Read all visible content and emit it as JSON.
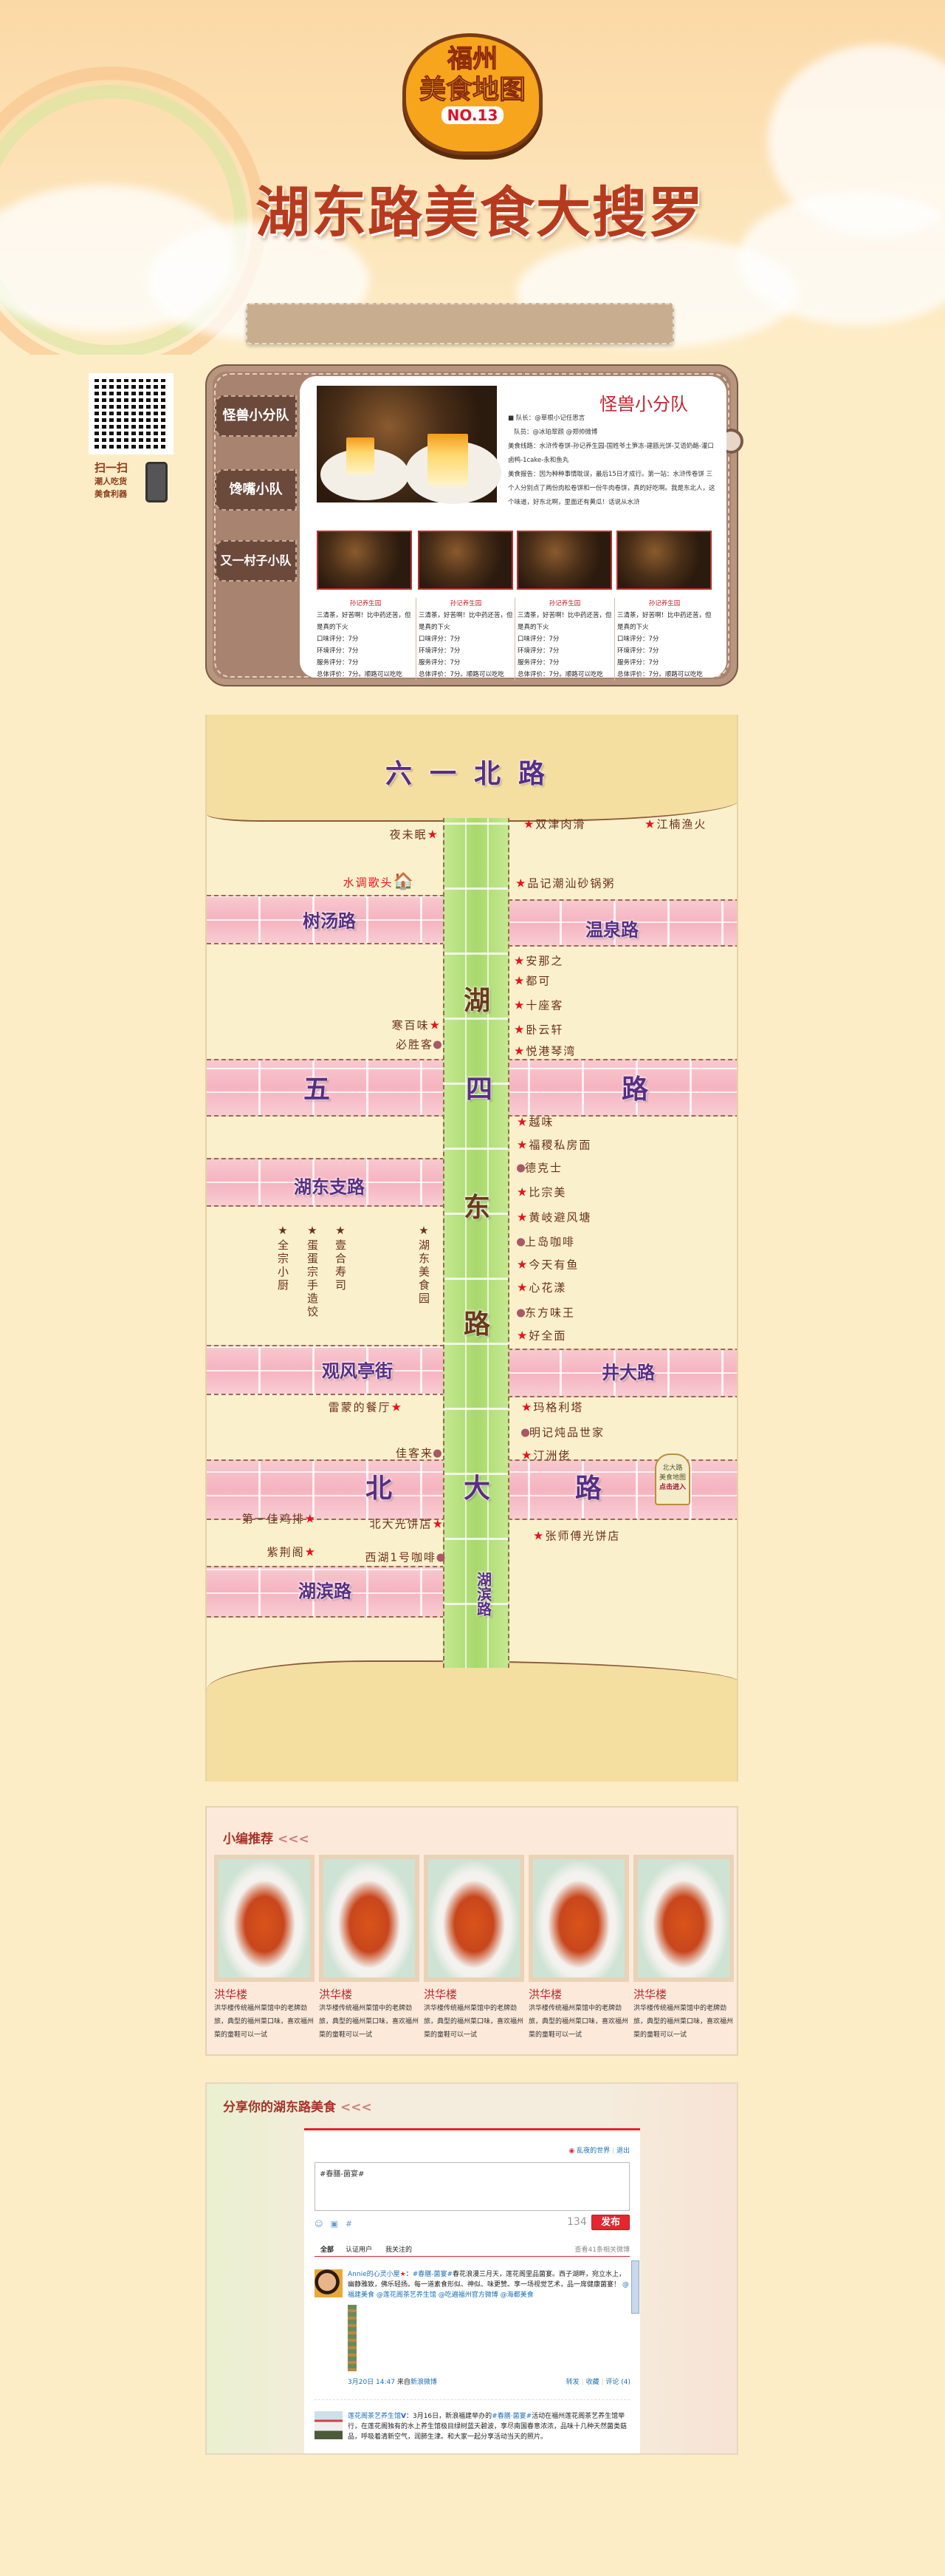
{
  "header": {
    "logo": {
      "line1": "福州",
      "line2": "美食地图",
      "issue": "NO.13"
    },
    "title": "湖东路美食大搜罗"
  },
  "qr": {
    "label": "扫一扫",
    "sub1": "潮人吃货",
    "sub2": "美食利器"
  },
  "teams": {
    "tabs": [
      "怪兽小分队",
      "馋嘴小队",
      "又一村子小队"
    ],
    "active": {
      "name": "怪兽小分队",
      "leader": "■ 队长：@草根小记任思言",
      "members": "队员：@冰珀翠颜 @郑帅微博",
      "route": "美食线路：水浒传卷饼-孙记养生园-国姓爷土笋冻-建瓯光饼-艾语奶酪-灌口卤鸭-1cake-永和鱼丸",
      "report": "美食报告：因为种种事情耽误，最后15日才成行。第一站：水浒传卷饼 三个人分别点了两份肉松卷饼和一份牛肉卷饼，真的好吃啊。我是东北人，这个味道，好东北啊，里面还有黄瓜！话说从水浒",
      "reviews": [
        {
          "name": "孙记养生园",
          "text": "三清茶，好苦啊！比中药还苦，但是真的下火",
          "taste": "口味评分：7分",
          "env": "环境评分：7分",
          "service": "服务评分：7分",
          "overall": "总体评价：7分。顺路可以吃吃"
        },
        {
          "name": "孙记养生园",
          "text": "三清茶，好苦啊！比中药还苦，但是真的下火",
          "taste": "口味评分：7分",
          "env": "环境评分：7分",
          "service": "服务评分：7分",
          "overall": "总体评价：7分。顺路可以吃吃"
        },
        {
          "name": "孙记养生园",
          "text": "三清茶，好苦啊！比中药还苦，但是真的下火",
          "taste": "口味评分：7分",
          "env": "环境评分：7分",
          "service": "服务评分：7分",
          "overall": "总体评价：7分。顺路可以吃吃"
        },
        {
          "name": "孙记养生园",
          "text": "三清茶，好苦啊！比中药还苦，但是真的下火",
          "taste": "口味评分：7分",
          "env": "环境评分：7分",
          "service": "服务评分：7分",
          "overall": "总体评价：7分。顺路可以吃吃"
        }
      ]
    }
  },
  "map": {
    "roads": [
      "六一北路",
      "树汤路",
      "温泉路",
      "湖",
      "五",
      "四",
      "路",
      "东",
      "湖东支路",
      "路",
      "观风亭街",
      "井大路",
      "北",
      "大",
      "路",
      "湖滨路",
      "湖滨路"
    ],
    "places": [
      {
        "name": "双津肉滑",
        "marker": "star"
      },
      {
        "name": "江楠渔火",
        "marker": "star"
      },
      {
        "name": "品记潮汕砂锅粥",
        "marker": "star"
      },
      {
        "name": "安那之",
        "marker": "star"
      },
      {
        "name": "都可",
        "marker": "star"
      },
      {
        "name": "十座客",
        "marker": "star"
      },
      {
        "name": "卧云轩",
        "marker": "star"
      },
      {
        "name": "悦港琴湾",
        "marker": "star"
      },
      {
        "name": "越味",
        "marker": "star"
      },
      {
        "name": "福稷私房面",
        "marker": "star"
      },
      {
        "name": "德克士",
        "marker": "dot"
      },
      {
        "name": "比宗美",
        "marker": "star"
      },
      {
        "name": "黄岐避风塘",
        "marker": "star"
      },
      {
        "name": "上岛咖啡",
        "marker": "dot"
      },
      {
        "name": "今天有鱼",
        "marker": "star"
      },
      {
        "name": "心花漾",
        "marker": "star"
      },
      {
        "name": "东方味王",
        "marker": "dot"
      },
      {
        "name": "好全面",
        "marker": "star"
      },
      {
        "name": "玛格利塔",
        "marker": "star"
      },
      {
        "name": "明记炖品世家",
        "marker": "dot"
      },
      {
        "name": "汀洲佬",
        "marker": "star"
      },
      {
        "name": "张师傅光饼店",
        "marker": "star"
      },
      {
        "name": "夜未眠",
        "marker": "star"
      },
      {
        "name": "水调歌头",
        "marker": "house"
      },
      {
        "name": "寒百味",
        "marker": "star"
      },
      {
        "name": "必胜客",
        "marker": "dot"
      },
      {
        "name": "全宗小厨",
        "marker": "star"
      },
      {
        "name": "蛋蛋宗手造饺",
        "marker": "star"
      },
      {
        "name": "壹合寿司",
        "marker": "star"
      },
      {
        "name": "湖东美食园",
        "marker": "star"
      },
      {
        "name": "雷蒙的餐厅",
        "marker": "star"
      },
      {
        "name": "佳客来",
        "marker": "dot"
      },
      {
        "name": "第一佳鸡排",
        "marker": "star"
      },
      {
        "name": "北大光饼店",
        "marker": "star"
      },
      {
        "name": "紫荆阁",
        "marker": "star"
      },
      {
        "name": "西湖1号咖啡",
        "marker": "dot"
      }
    ],
    "sign": {
      "line1": "北大路",
      "line2": "美食地图",
      "action": "点击进入"
    },
    "marker_colors": {
      "star": "#e8121c",
      "dot": "#a85866"
    }
  },
  "recommend": {
    "title": "小编推荐",
    "arrows": "<<<",
    "items": [
      {
        "name": "洪华楼",
        "desc": "洪华楼传统福州菜馆中的老牌劲旅，典型的福州菜口味，喜欢福州菜的童鞋可以一试"
      },
      {
        "name": "洪华楼",
        "desc": "洪华楼传统福州菜馆中的老牌劲旅，典型的福州菜口味，喜欢福州菜的童鞋可以一试"
      },
      {
        "name": "洪华楼",
        "desc": "洪华楼传统福州菜馆中的老牌劲旅，典型的福州菜口味，喜欢福州菜的童鞋可以一试"
      },
      {
        "name": "洪华楼",
        "desc": "洪华楼传统福州菜馆中的老牌劲旅，典型的福州菜口味，喜欢福州菜的童鞋可以一试"
      },
      {
        "name": "洪华楼",
        "desc": "洪华楼传统福州菜馆中的老牌劲旅，典型的福州菜口味，喜欢福州菜的童鞋可以一试"
      }
    ]
  },
  "share": {
    "title": "分享你的湖东路美食",
    "arrows": "<<<",
    "weibo": {
      "user": "乱夜的世界",
      "logout": "退出",
      "input": "#春膳-菌宴#",
      "count": "134",
      "post": "发布",
      "tabs": [
        "全部",
        "认证用户",
        "我关注的"
      ],
      "view_more": "查看41条相关微博",
      "posts": [
        {
          "author": "Annie的心灵小屋",
          "tag": "#春膳-菌宴#",
          "text": "春花浪漫三月天，莲花阁里品菌宴。西子湖畔，宛立水上，幽静雅致，佛乐轻扬。每一道素食形似、神似、味更赞。享一场视觉艺术，品一席健康菌宴！",
          "mentions": "@福建美食 @莲花阁茶艺养生馆 @吃遍福州官方微博 @海都美食",
          "time": "3月20日 14:47",
          "source_pre": "来自",
          "source": "新浪微博",
          "actions": [
            "转发",
            "收藏",
            "评论 (4)"
          ]
        },
        {
          "author": "莲花阁茶艺养生馆",
          "pre": "：3月16日，新浪福建举办的",
          "tag": "#春膳·菌宴#",
          "text": "活动在福州莲花阁茶艺养生馆举行，在莲花阁独有的水上养生馆极目绿树蓝天碧波，享尽南国春意浓浓，品味十几种天然菌类菇品，呼吸着清新空气，润肺生津。和大家一起分享活动当天的照片。"
        }
      ]
    }
  },
  "colors": {
    "accent": "#c0262d",
    "road_label": "#5a2d82",
    "green_road": "#a9d86c",
    "pink_road": "#f5b3c0",
    "weibo_red": "#e4262e",
    "link": "#1a6fb6"
  }
}
